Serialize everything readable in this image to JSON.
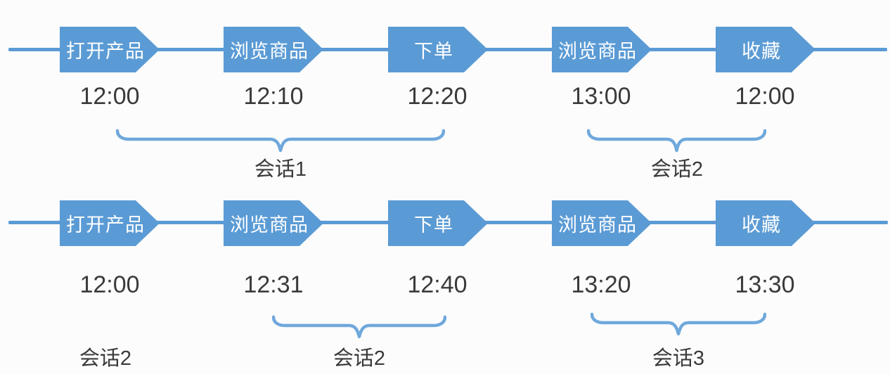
{
  "diagram": {
    "title_hint": "session-splitting timeline diagram",
    "colors": {
      "shape_blue": "#5B9BD5",
      "brace_blue": "#6FA8DC",
      "text_dark": "#3A3A3A"
    },
    "rows": [
      {
        "events": [
          {
            "label": "打开产品",
            "time": "12:00"
          },
          {
            "label": "浏览商品",
            "time": "12:10"
          },
          {
            "label": "下单",
            "time": "12:20"
          },
          {
            "label": "浏览商品",
            "time": "13:00"
          },
          {
            "label": "收藏",
            "time": "12:00"
          }
        ],
        "sessions": [
          {
            "label": "会话1",
            "has_brace": true
          },
          {
            "label": "会话2",
            "has_brace": true
          }
        ]
      },
      {
        "events": [
          {
            "label": "打开产品",
            "time": "12:00"
          },
          {
            "label": "浏览商品",
            "time": "12:31"
          },
          {
            "label": "下单",
            "time": "12:40"
          },
          {
            "label": "浏览商品",
            "time": "13:20"
          },
          {
            "label": "收藏",
            "time": "13:30"
          }
        ],
        "sessions": [
          {
            "label": "会话2",
            "has_brace": false
          },
          {
            "label": "会话2",
            "has_brace": true
          },
          {
            "label": "会话3",
            "has_brace": true
          }
        ]
      }
    ]
  }
}
